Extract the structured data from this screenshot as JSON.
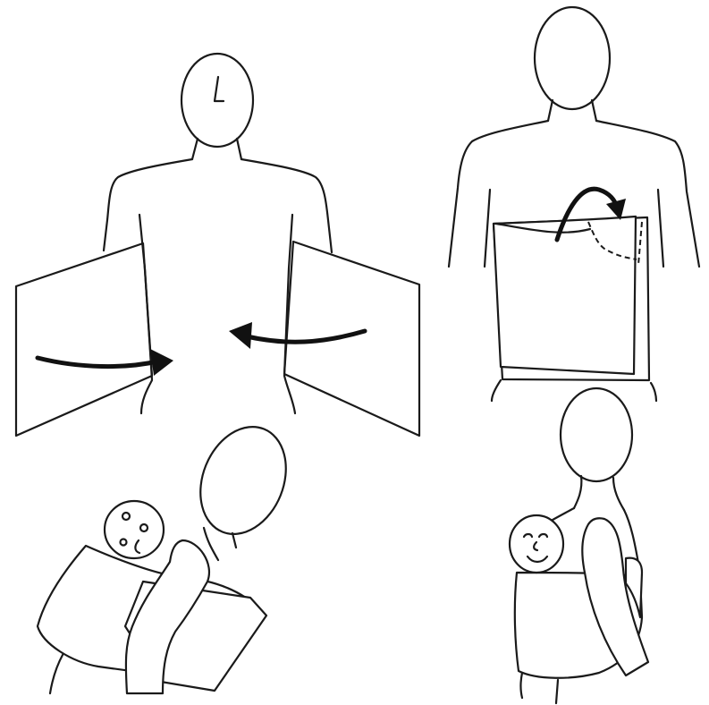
{
  "diagram": {
    "type": "instructional-illustration",
    "panels": [
      {
        "id": "step-1",
        "description_icon": "open-wrap-around-torso",
        "arrows": 2
      },
      {
        "id": "step-2",
        "description_icon": "tuck-fabric-top-edge",
        "arrows": 1
      },
      {
        "id": "step-3",
        "description_icon": "baby-in-wrap-side-view",
        "arrows": 0
      },
      {
        "id": "step-4",
        "description_icon": "baby-in-wrap-front-view",
        "arrows": 0
      }
    ],
    "colors": {
      "line": "#1a1a1a",
      "arrow": "#111111",
      "background": "#ffffff"
    }
  }
}
